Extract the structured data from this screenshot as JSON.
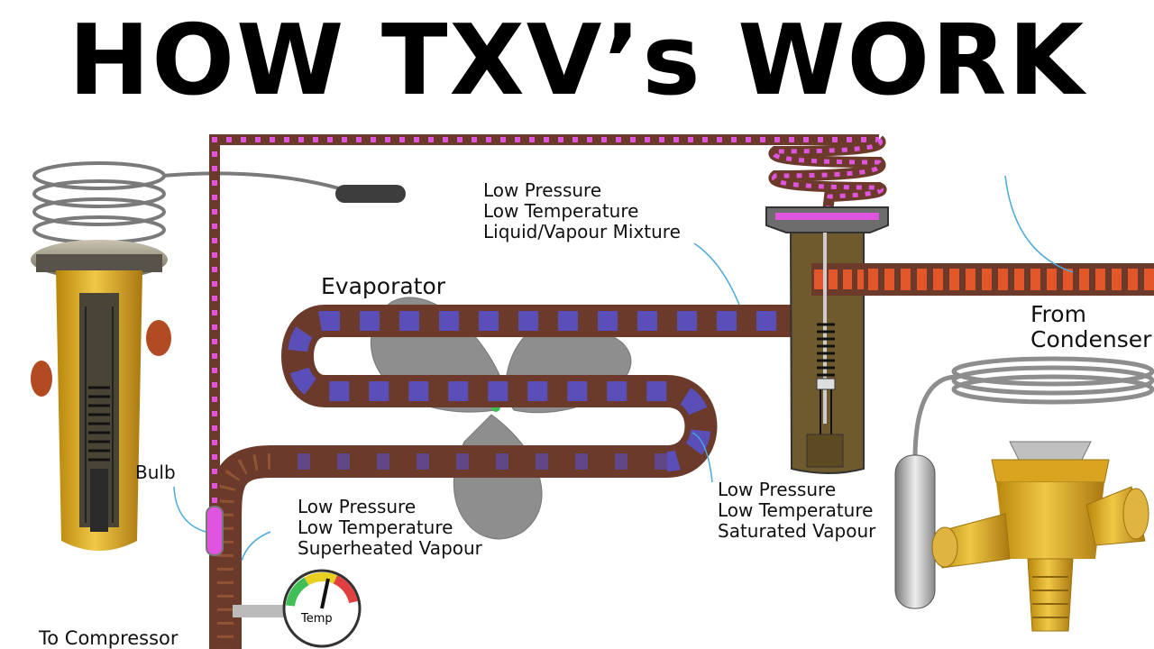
{
  "title": "HOW TXV’s WORK",
  "labels": {
    "evaporator": "Evaporator",
    "from_condenser": [
      "From",
      "Condenser"
    ],
    "bulb": "Bulb",
    "to_compressor": "To Compressor",
    "gauge": "Temp"
  },
  "states": {
    "after_valve": [
      "Low Pressure",
      "Low Temperature",
      "Liquid/Vapour Mixture"
    ],
    "evaporator_exit": [
      "Low Pressure",
      "Low Temperature",
      "Saturated Vapour"
    ],
    "suction_line": [
      "Low Pressure",
      "Low Temperature",
      "Superheated Vapour"
    ]
  },
  "colors": {
    "pipe": "#6b3a2a",
    "liquid_vapour_mix": "#5a4fb8",
    "high_pressure_liquid": "#e2562a",
    "sensing_line": "#e055e0",
    "valve_body": "#6e5a2c",
    "brass": "#d9a520",
    "fan": "#888888"
  },
  "icons": [
    "fan-icon",
    "thermometer-gauge-icon",
    "sensing-bulb-icon",
    "valve-cutaway-icon",
    "valve-photo-icon"
  ]
}
